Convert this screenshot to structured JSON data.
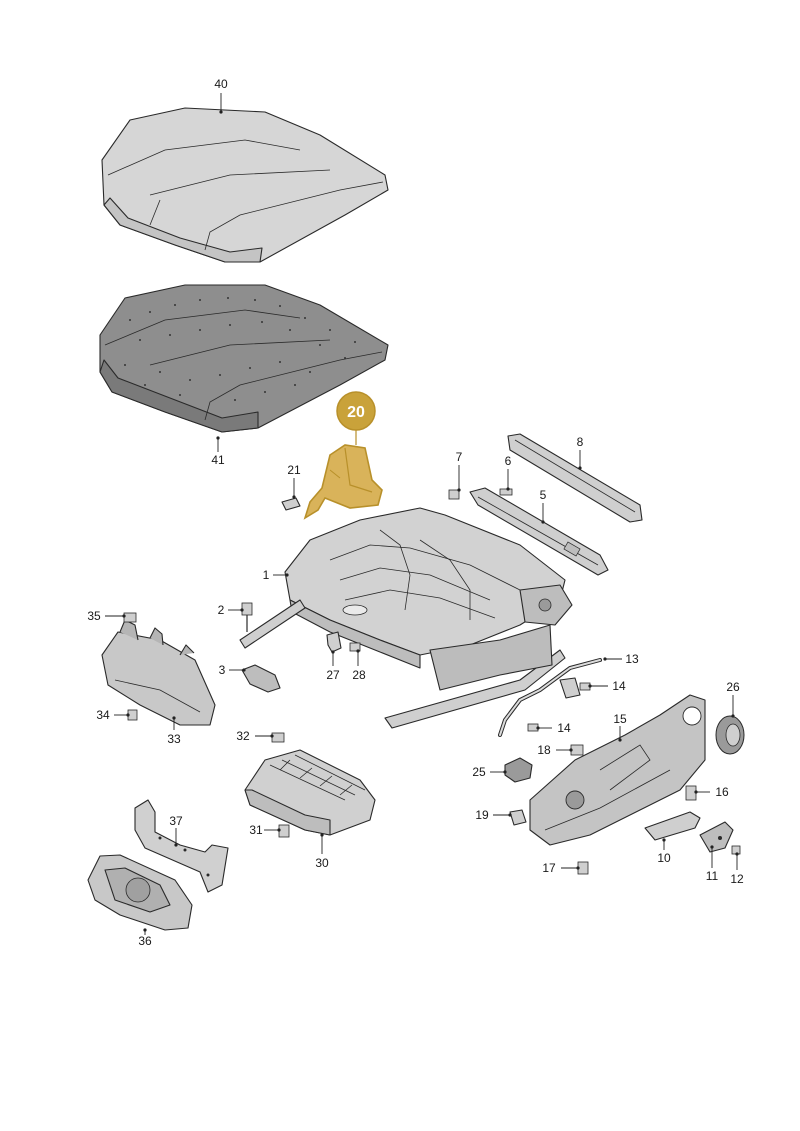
{
  "callouts": {
    "c40": "40",
    "c41": "41",
    "c20": "20",
    "c21": "21",
    "c7": "7",
    "c6": "6",
    "c8": "8",
    "c5": "5",
    "c1": "1",
    "c2": "2",
    "c3": "3",
    "c35": "35",
    "c34": "34",
    "c33": "33",
    "c27": "27",
    "c28": "28",
    "c13": "13",
    "c14a": "14",
    "c14b": "14",
    "c26": "26",
    "c15": "15",
    "c18": "18",
    "c25": "25",
    "c16": "16",
    "c19": "19",
    "c10": "10",
    "c11": "11",
    "c12": "12",
    "c17": "17",
    "c32": "32",
    "c31": "31",
    "c30": "30",
    "c37": "37",
    "c36": "36"
  },
  "highlight": {
    "part": "20",
    "color": "#c9a23a",
    "outline": "#b8902a"
  },
  "colors": {
    "part_fill": "#dcdcdc",
    "part_dark": "#a9a9a9",
    "line": "#2a2a2a"
  }
}
